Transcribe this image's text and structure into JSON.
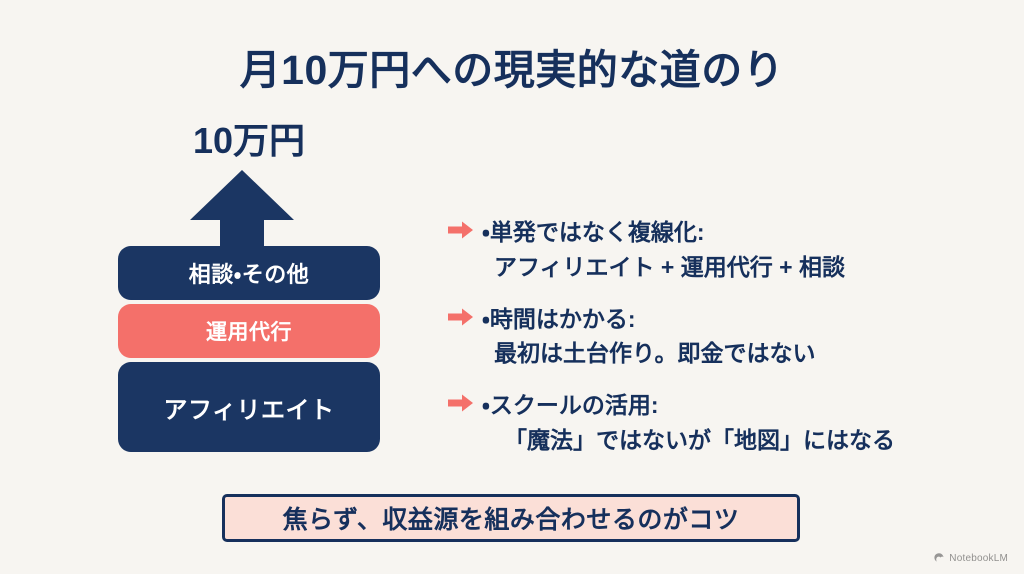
{
  "theme": {
    "background": "#f7f5f1",
    "navy": "#1b3663",
    "navy_text": "#16305c",
    "coral": "#f4706a",
    "pink_fill": "#fbdfd7",
    "white": "#ffffff"
  },
  "title": "月10万円への現実的な道のり",
  "goal": {
    "label": "10万円",
    "arrow_icon": "up-arrow-icon"
  },
  "stack": {
    "blocks": [
      {
        "label": "相談・その他",
        "color": "navy"
      },
      {
        "label": "運用代行",
        "color": "coral"
      },
      {
        "label": "アフィリエイト",
        "color": "navy"
      }
    ]
  },
  "bullets": [
    {
      "marker_icon": "right-arrow-icon",
      "head": "・単発ではなく複線化:",
      "sub": "アフィリエイト + 運用代行 + 相談"
    },
    {
      "marker_icon": "right-arrow-icon",
      "head": "・時間はかかる:",
      "sub": "最初は土台作り。即金ではない"
    },
    {
      "marker_icon": "right-arrow-icon",
      "head": "・スクールの活用:",
      "sub": "「魔法」ではないが「地図」にはなる"
    }
  ],
  "callout": {
    "text": "焦らず、収益源を組み合わせるのがコツ"
  },
  "watermark": {
    "icon": "notebooklm-logo-icon",
    "text": "NotebookLM"
  }
}
